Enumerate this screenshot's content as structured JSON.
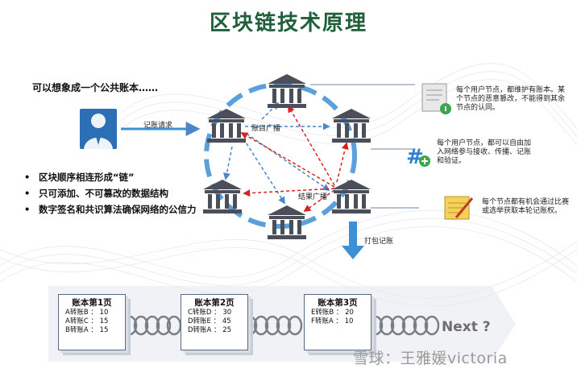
{
  "title": "区块链技术原理",
  "intro": "可以想象成一个公共账本……",
  "bullets": [
    "区块顺序相连形成“链”",
    "只可添加、不可篡改的数据结构",
    "数字签名和共识算法确保网络的公信力"
  ],
  "labels": {
    "request": "记账请求",
    "broadcast_account": "账目广播",
    "broadcast_result": "结果广播",
    "pack": "打包记账"
  },
  "notes": [
    "每个用户节点，都维护有账本。某个节点的恶意篡改，不能得到其余节点的认同。",
    "每个用户节点，都可以自由加入网络参与接收、传播、记账和验证。",
    "每个节点都有机会通过比赛或选举获取本轮记账权。"
  ],
  "ledgers": [
    {
      "title": "账本第1页",
      "rows": [
        "A转账B ： 10",
        "A转账C ： 15",
        "B转账A ： 15"
      ]
    },
    {
      "title": "账本第2页",
      "rows": [
        "C转账D ： 30",
        "D转账E ： 45",
        "D转账A ： 25"
      ]
    },
    {
      "title": "账本第3页",
      "rows": [
        "E转账B ： 20",
        "F转账A ： 10"
      ]
    }
  ],
  "next": "Next ?",
  "watermark": "雪球：王雅媛victoria",
  "colors": {
    "title": "#1f5f3a",
    "ring": "#3d8fd6",
    "bank": "#4a4f5a",
    "red_arrow": "#d92020",
    "blue_arrow": "#4a86c8"
  }
}
